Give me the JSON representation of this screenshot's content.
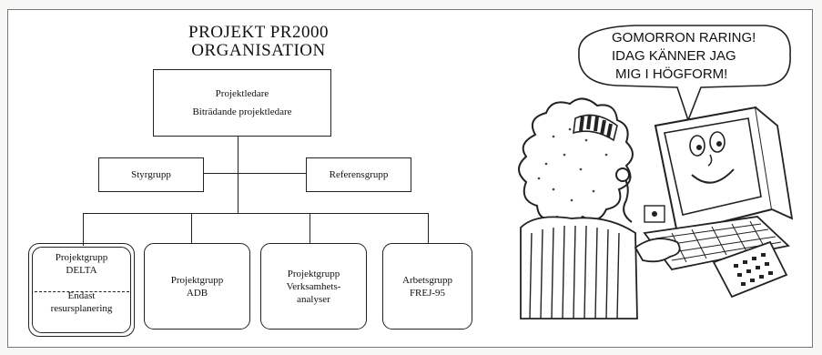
{
  "org_chart": {
    "title_line1": "PROJEKT PR2000",
    "title_line2": "ORGANISATION",
    "leader_box": {
      "line1": "Projektledare",
      "line2": "Biträdande projektledare"
    },
    "styrgrupp": "Styrgrupp",
    "referensgrupp": "Referensgrupp",
    "groups": [
      {
        "line1": "Projektgrupp",
        "line2": "DELTA",
        "sub1": "Endast",
        "sub2": "resursplanering"
      },
      {
        "line1": "Projektgrupp",
        "line2": "ADB"
      },
      {
        "line1": "Projektgrupp",
        "line2": "Verksamhets-",
        "line3": "analyser"
      },
      {
        "line1": "Arbetsgrupp",
        "line2": "FREJ-95"
      }
    ]
  },
  "cartoon": {
    "speech_line1": "GOMORRON RARING!",
    "speech_line2": "IDAG KÄNNER JAG",
    "speech_line3": "MIG I HÖGFORM!",
    "image_name": "cartoon-computer-greeting"
  }
}
